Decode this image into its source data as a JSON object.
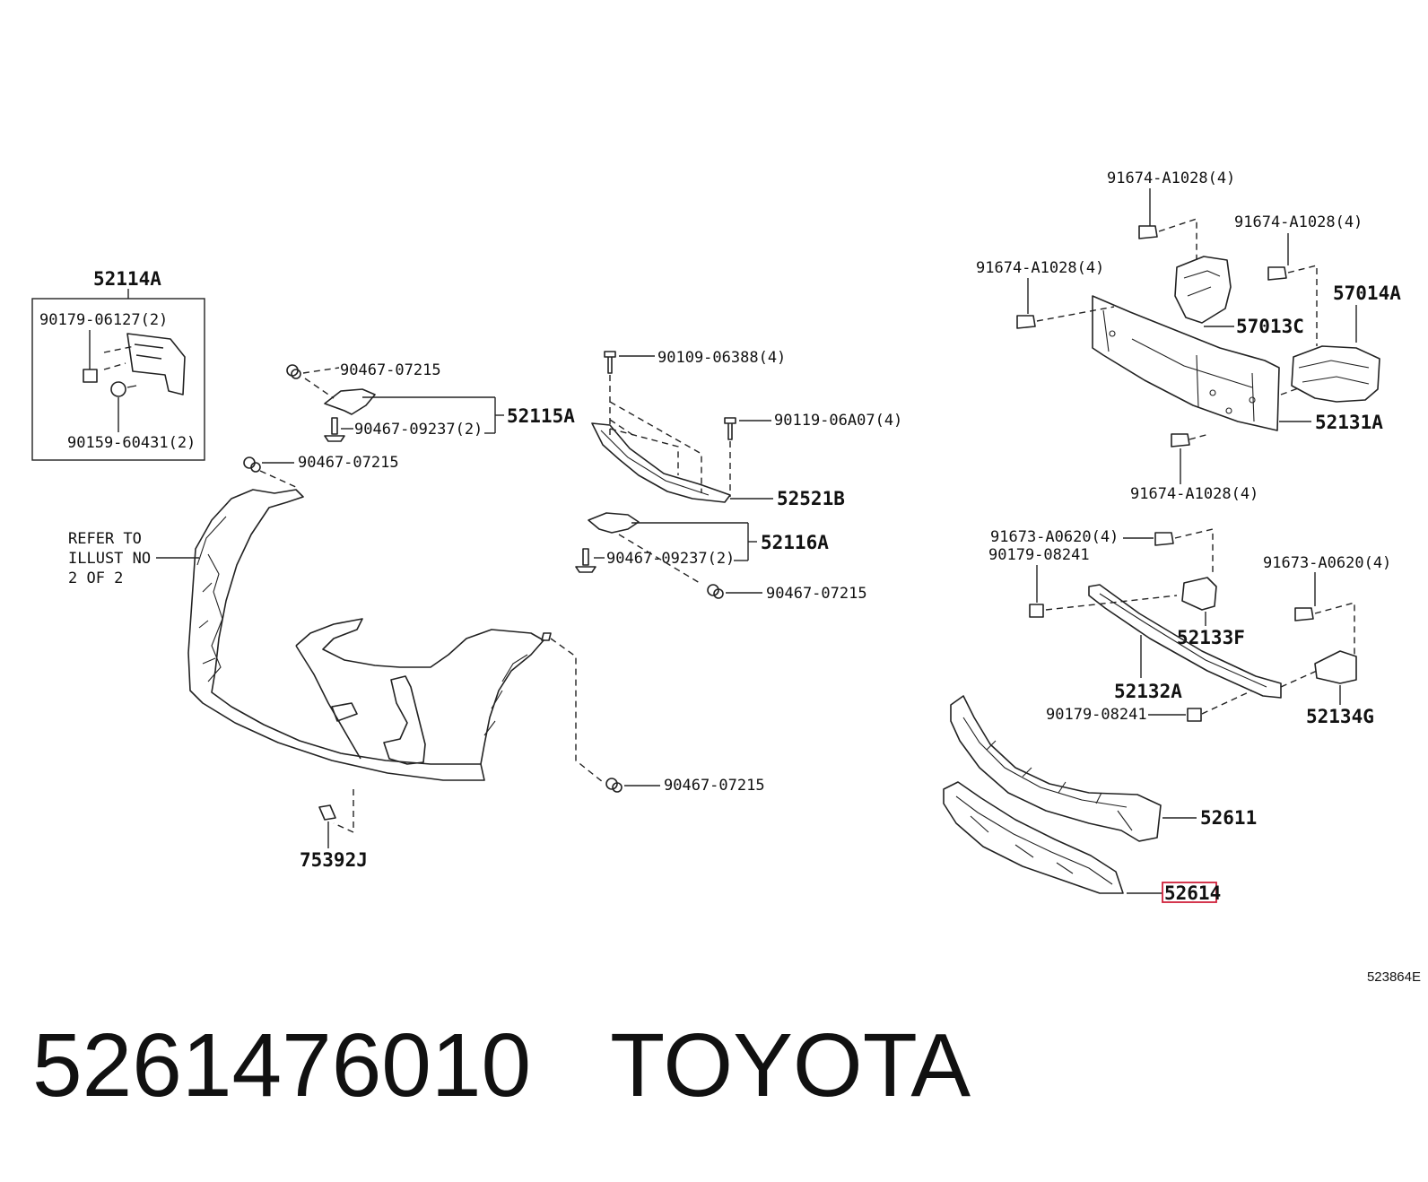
{
  "diagram": {
    "reference_code": "523864E",
    "highlight_color": "#d0213a",
    "note": [
      "REFER TO",
      "ILLUST NO",
      "2 OF 2"
    ],
    "labels": {
      "l52114A": "52114A",
      "l90179_06127": "90179-06127(2)",
      "l90159_60431": "90159-60431(2)",
      "l90467_07215_a": "90467-07215",
      "l90467_09237_a": "90467-09237(2)",
      "l52115A": "52115A",
      "l90467_07215_b": "90467-07215",
      "l90109_06388": "90109-06388(4)",
      "l90119_06A07": "90119-06A07(4)",
      "l52521B": "52521B",
      "l52116A": "52116A",
      "l90467_09237_b": "90467-09237(2)",
      "l90467_07215_c": "90467-07215",
      "l90467_07215_d": "90467-07215",
      "l75392J": "75392J",
      "l91674_top": "91674-A1028(4)",
      "l91674_right": "91674-A1028(4)",
      "l91674_left": "91674-A1028(4)",
      "l57014A": "57014A",
      "l57013C": "57013C",
      "l52131A": "52131A",
      "l91674_bottom": "91674-A1028(4)",
      "l91673_left": "91673-A0620(4)",
      "l90179_08241_a": "90179-08241",
      "l91673_right": "91673-A0620(4)",
      "l52133F": "52133F",
      "l52132A": "52132A",
      "l90179_08241_b": "90179-08241",
      "l52134G": "52134G",
      "l52611": "52611",
      "l52614": "52614"
    }
  },
  "footer": {
    "part_number": "5261476010",
    "brand": "TOYOTA"
  }
}
